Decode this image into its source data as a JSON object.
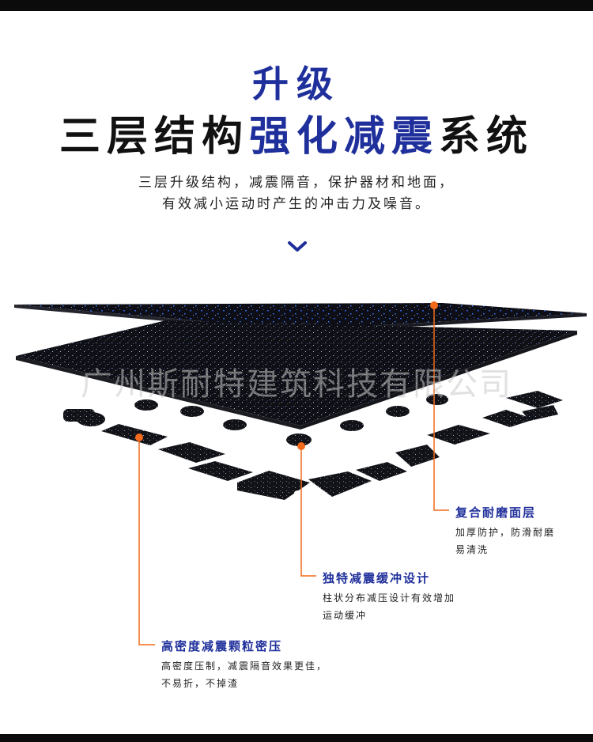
{
  "heading": {
    "line1": "升级",
    "line2_pre": "三层结构",
    "line2_accent": "强化减震",
    "line2_post": "系统"
  },
  "description": {
    "line1": "三层升级结构，减震隔音，保护器材和地面，",
    "line2": "有效减小运动时产生的冲击力及噪音。"
  },
  "watermark": "广州斯耐特建筑科技有限公司",
  "callouts": [
    {
      "title": "复合耐磨面层",
      "lines": [
        "加厚防护，防滑耐磨",
        "易清洗"
      ]
    },
    {
      "title": "独特减震缓冲设计",
      "lines": [
        "柱状分布减压设计有效增加",
        "运动缓冲"
      ]
    },
    {
      "title": "高密度减震颗粒密压",
      "lines": [
        "高密度压制，减震隔音效果更佳，",
        "不易折，不掉渣"
      ]
    }
  ],
  "colors": {
    "accent": "#1f2f9b",
    "leader": "#f26a1b",
    "text": "#222222",
    "rubber": "#0e0f16"
  }
}
